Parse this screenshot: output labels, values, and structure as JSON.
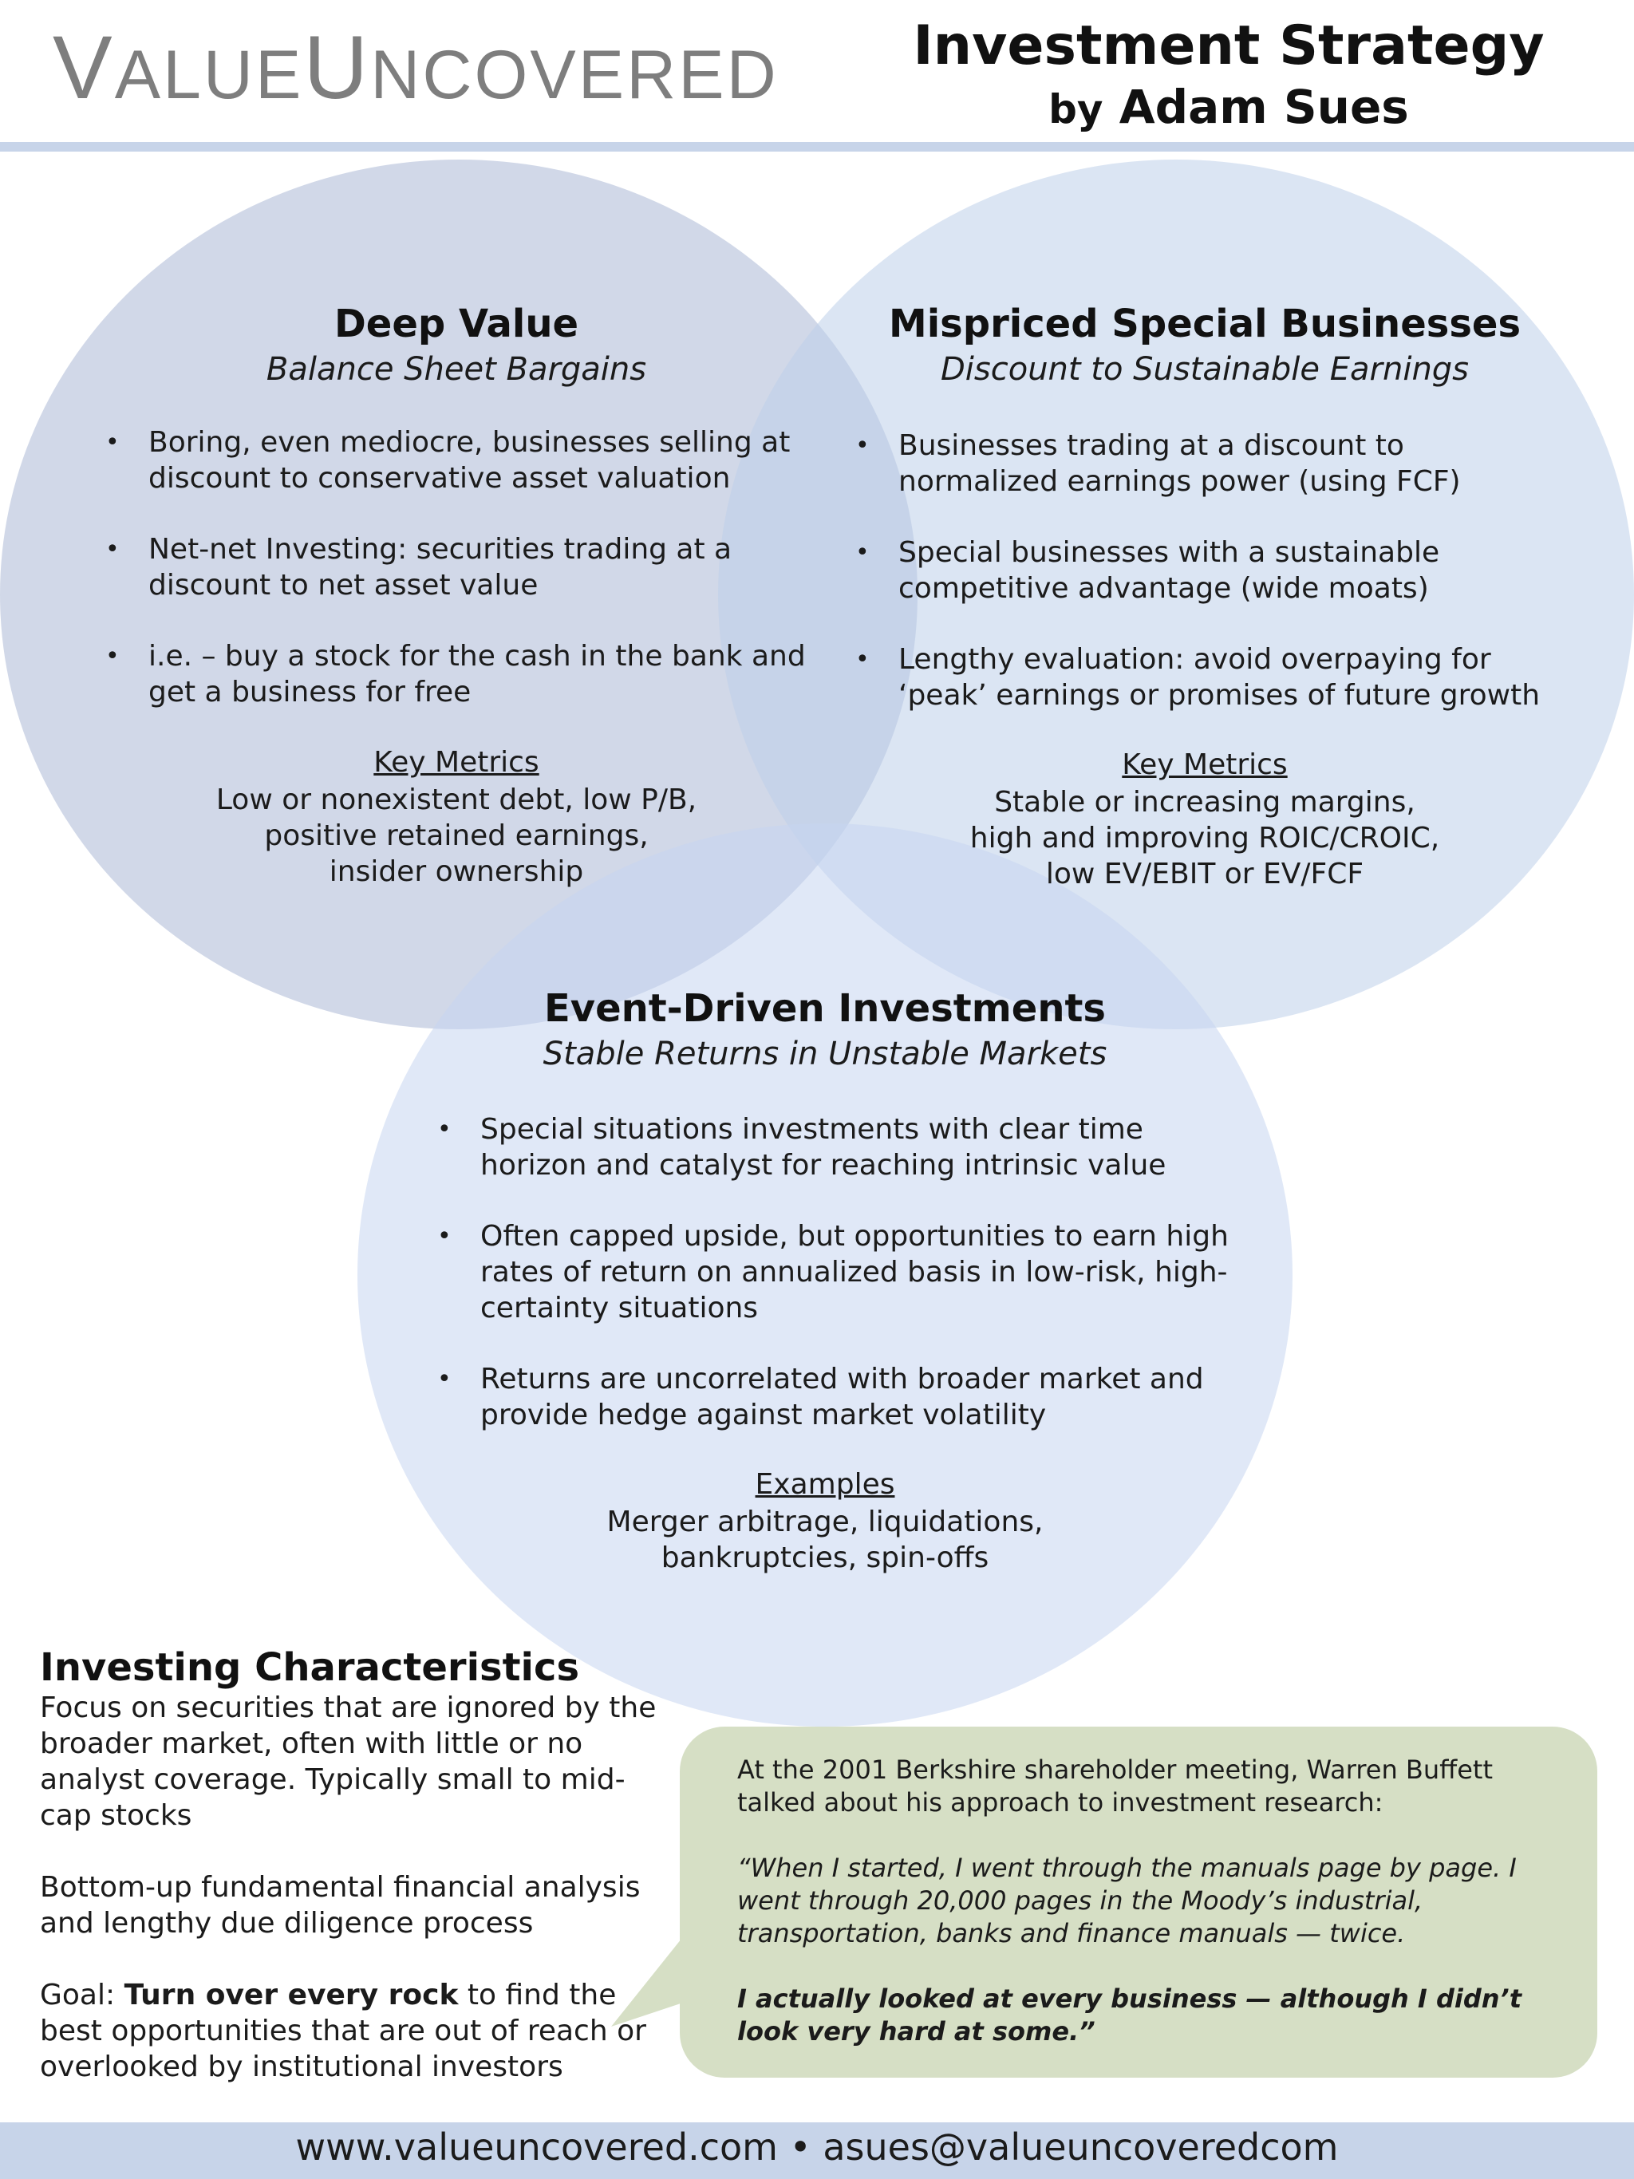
{
  "header": {
    "logo_text": "VALUEUNCOVERED",
    "title": "Investment Strategy",
    "byline_prefix": "by",
    "author": "Adam Sues"
  },
  "deep_value": {
    "heading": "Deep Value",
    "subheading": "Balance Sheet Bargains",
    "bullets": [
      "Boring, even mediocre, businesses selling at discount to conservative asset valuation",
      "Net-net Investing: securities trading at a discount to net asset value",
      "i.e. – buy a stock for the cash in the bank and get a business for free"
    ],
    "metrics_label": "Key Metrics",
    "metrics_lines": [
      "Low or nonexistent debt, low P/B,",
      "positive retained earnings,",
      "insider ownership"
    ]
  },
  "mispriced": {
    "heading": "Mispriced Special Businesses",
    "subheading": "Discount to Sustainable Earnings",
    "bullets": [
      "Businesses trading at a discount to normalized earnings power (using FCF)",
      "Special businesses with a sustainable competitive advantage (wide moats)",
      "Lengthy evaluation: avoid overpaying for ‘peak’ earnings or promises of future growth"
    ],
    "metrics_label": "Key Metrics",
    "metrics_lines": [
      "Stable or increasing margins,",
      "high and improving ROIC/CROIC,",
      "low EV/EBIT or EV/FCF"
    ]
  },
  "event_driven": {
    "heading": "Event-Driven Investments",
    "subheading": "Stable Returns in Unstable Markets",
    "bullets": [
      "Special situations investments with clear time horizon and catalyst for reaching intrinsic value",
      "Often capped upside, but opportunities to earn high rates of return on annualized basis in low-risk, high-certainty situations",
      "Returns are uncorrelated with broader market and provide hedge against market volatility"
    ],
    "examples_label": "Examples",
    "examples_lines": [
      "Merger arbitrage, liquidations,",
      "bankruptcies, spin-offs"
    ]
  },
  "characteristics": {
    "heading": "Investing Characteristics",
    "para1": "Focus on securities that are ignored by the broader market, often with little or no analyst coverage. Typically small to mid-cap stocks",
    "para2": "Bottom-up fundamental financial analysis and lengthy due diligence process",
    "goal_prefix": "Goal:",
    "goal_bold": "Turn over every rock",
    "goal_rest": "to find the best opportunities that are out of reach or overlooked by institutional investors"
  },
  "quote": {
    "intro": "At the 2001 Berkshire shareholder meeting, Warren Buffett talked about his approach to investment research:",
    "quote_part1": "“When I started, I went through the manuals page by page. I went through 20,000 pages in the Moody’s industrial, transportation, banks and finance manuals — twice.",
    "quote_part2": "I actually looked at every business — although I didn’t look very hard at some.”"
  },
  "footer": {
    "text": "www.valueuncovered.com • asues@valueuncoveredcom"
  },
  "colors": {
    "header_rule": "#c7d4e9",
    "circle_deep": "#abb8d6",
    "circle_mispriced": "#becfea",
    "circle_event": "#c7d6f0",
    "bubble": "#d6dfc5",
    "logo": "#7e7e7e"
  }
}
